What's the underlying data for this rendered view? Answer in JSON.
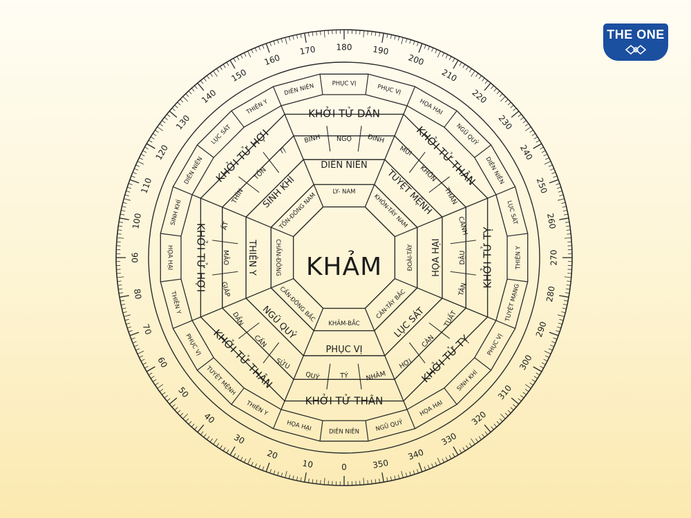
{
  "brand": {
    "logo_text": "THE ONE"
  },
  "compass": {
    "center_label": "KHẢM",
    "degree_labels": [
      "0",
      "10",
      "20",
      "30",
      "40",
      "50",
      "60",
      "70",
      "80",
      "90",
      "100",
      "110",
      "120",
      "130",
      "140",
      "150",
      "160",
      "170",
      "180",
      "190",
      "200",
      "210",
      "220",
      "230",
      "240",
      "250",
      "260",
      "270",
      "280",
      "290",
      "300",
      "310",
      "320",
      "330",
      "340",
      "350"
    ],
    "outer_ring_labels": [
      "PHỤC VỊ",
      "PHỤC VỊ",
      "HỌA HẠI",
      "NGŨ QUỶ",
      "DIÊN NIÊN",
      "LỤC SÁT",
      "THIÊN Y",
      "TUYỆT MẠNG",
      "PHỤC VỊ",
      "SINH KHÍ",
      "HỌA HẠI",
      "NGŨ QUỶ",
      "DIÊN NIÊN",
      "HỌA HẠI",
      "THIÊN Y",
      "TUYỆT MỆNH",
      "PHỤC VỊ",
      "THIÊN Y",
      "HỌA HẠI",
      "SINH KHÍ",
      "DIÊN NIÊN",
      "LỤC SÁT",
      "THIÊN Y",
      "DIÊN NIÊN"
    ],
    "sectors": [
      {
        "direction": "KHẢM-BẮC",
        "star": "PHỤC VỊ",
        "stems": [
          "NHÂM",
          "TÝ",
          "QUÝ"
        ],
        "khoi": "KHỞI TỬ THÂN"
      },
      {
        "direction": "CẤN-ĐÔNG BẮC",
        "star": "NGŨ QUỶ",
        "stems": [
          "SỬU",
          "CẤN",
          "DẦN"
        ],
        "khoi": "KHỞI TỬ THÂN"
      },
      {
        "direction": "CHẤN-ĐÔNG",
        "star": "THIÊN Y",
        "stems": [
          "GIÁP",
          "MÃO",
          "ẤT"
        ],
        "khoi": "KHỞI TỬ HỢI"
      },
      {
        "direction": "TỐN-ĐÔNG NAM",
        "star": "SINH KHÍ",
        "stems": [
          "THÌN",
          "TỐN",
          "TỊ"
        ],
        "khoi": "KHỞI TỬ HỢI"
      },
      {
        "direction": "LY- NAM",
        "star": "DIÊN NIÊN",
        "stems": [
          "BÍNH",
          "NGỌ",
          "ĐINH"
        ],
        "khoi": "KHỞI TỬ DẦN"
      },
      {
        "direction": "KHÔN-TÂY NAM",
        "star": "TUYỆT MỆNH",
        "stems": [
          "MÙI",
          "KHÔN",
          "THÂN"
        ],
        "khoi": "KHỞI TỬ THÂN"
      },
      {
        "direction": "ĐOÀI-TÂY",
        "star": "HỌA HẠI",
        "stems": [
          "CANH",
          "DẬU",
          "TÂN"
        ],
        "khoi": "KHỞI TỬ TỴ"
      },
      {
        "direction": "CÀN-TÂY BẮC",
        "star": "LỤC SÁT",
        "stems": [
          "TUẤT",
          "CÀN",
          "HỢI"
        ],
        "khoi": "KHỞI TỬ TỴ"
      }
    ]
  }
}
